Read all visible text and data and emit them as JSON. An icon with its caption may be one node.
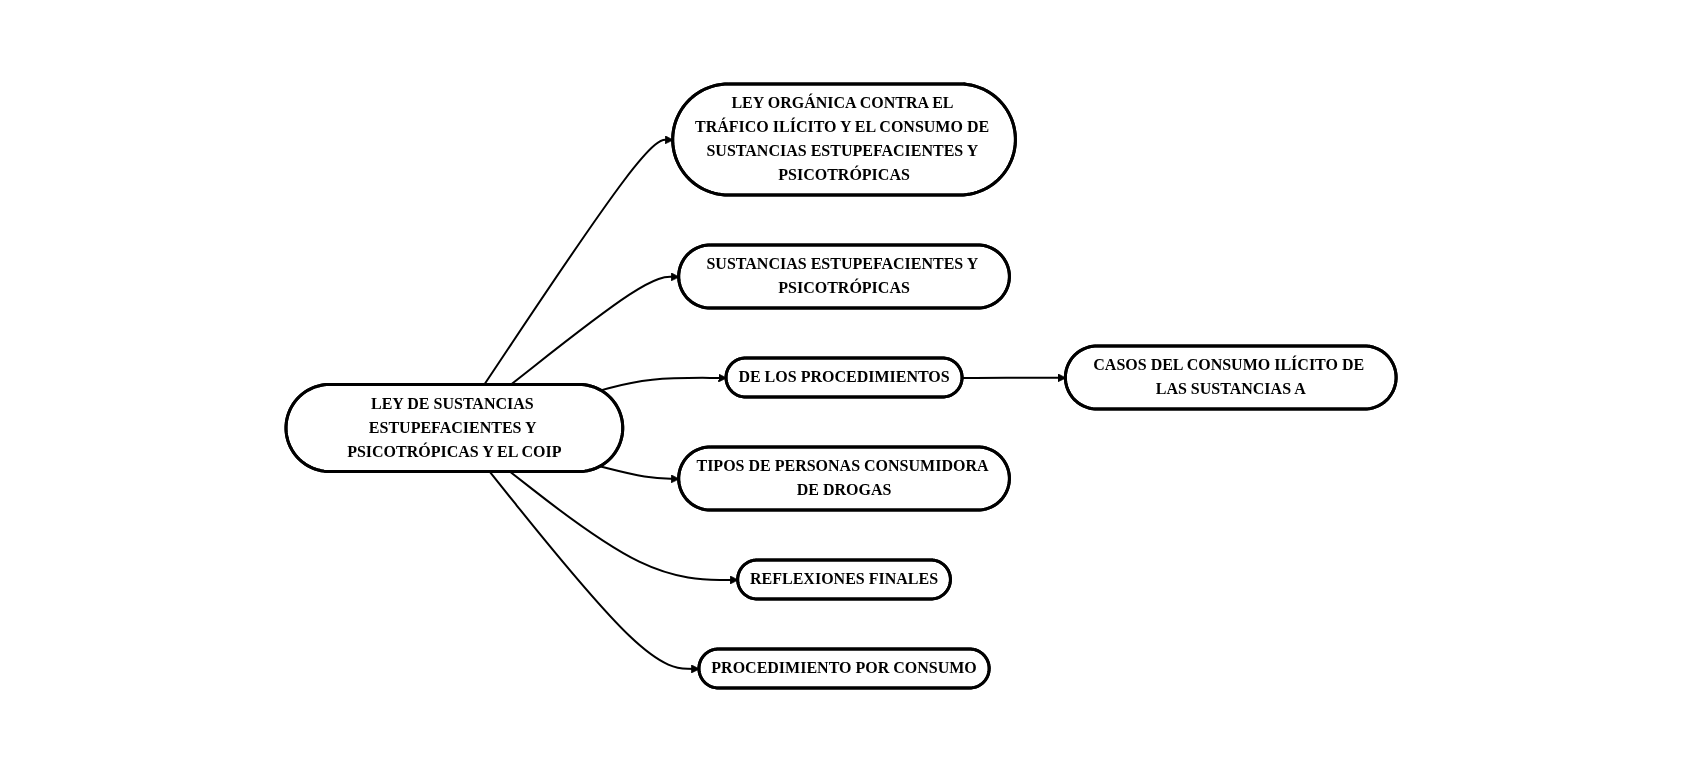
{
  "diagram": {
    "nodes": [
      {
        "text": [
          "LEY ORGÁNICA CONTRA EL TRÁFICO ILÍCITO Y EL CONSUMO DE SUSTANCIAS ESTUPEFACIENTES Y PSICOTRÓPICAS"
        ]
      },
      {
        "text": [
          "SUSTANCIAS ESTUPEFACIENTES Y PSICOTRÓPICAS"
        ]
      },
      {
        "text": [
          "CASOS DEL CONSUMO ILÍCITO DE LAS SUSTANCIAS A"
        ]
      },
      {
        "text": [
          "LEY DE SUSTANCIAS ESTUPEFACIENTES Y PSICOTRÓPICAS Y EL COIP"
        ]
      },
      {
        "text": [
          "DE LOS PROCEDIMIENTOS"
        ]
      },
      {
        "text": [
          "TIPOS DE PERSONAS CONSUMIDORA DE DROGAS"
        ]
      },
      {
        "text": [
          "REFLEXIONES FINALES"
        ]
      },
      {
        "text": [
          "PROCEDIMIENTO POR CONSUMO"
        ]
      }
    ],
    "edges": [
      {
        "from": 3,
        "to": 0,
        "arrow": "to"
      },
      {
        "from": 3,
        "to": 1,
        "arrow": "to"
      },
      {
        "from": 3,
        "to": 4,
        "arrow": "to"
      },
      {
        "from": 4,
        "to": 2,
        "arrow": "to"
      },
      {
        "from": 3,
        "to": 5,
        "arrow": "to"
      },
      {
        "from": 3,
        "to": 6,
        "arrow": "to"
      },
      {
        "from": 3,
        "to": 7,
        "arrow": "to"
      }
    ]
  }
}
